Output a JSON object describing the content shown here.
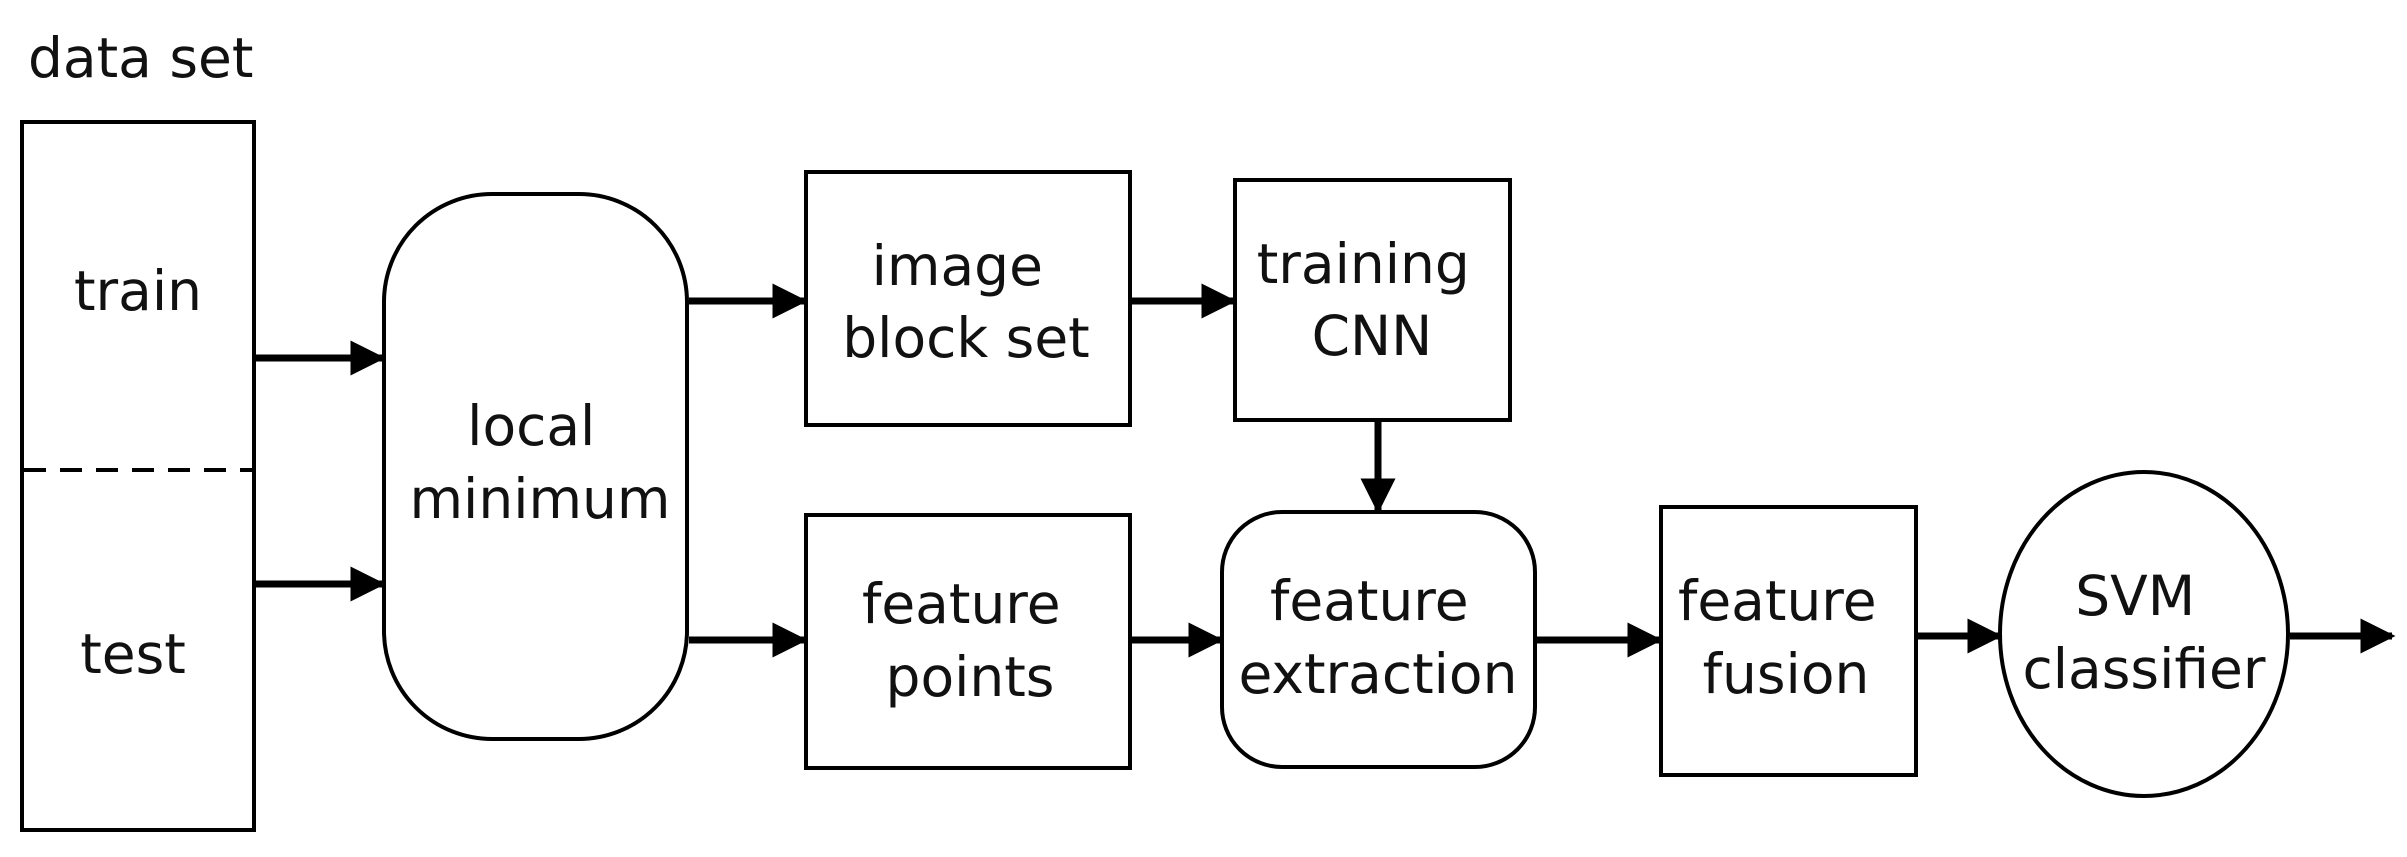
{
  "diagram": {
    "dataset_title": "data set",
    "dataset_train": "train",
    "dataset_test": "test",
    "local_minimum": [
      "local",
      "minimum"
    ],
    "image_block_set": [
      "image",
      "block set"
    ],
    "training_cnn": [
      "training",
      "CNN"
    ],
    "feature_points": [
      "feature",
      "points"
    ],
    "feature_extraction": [
      "feature",
      "extraction"
    ],
    "feature_fusion": [
      "feature",
      "fusion"
    ],
    "svm_classifier": [
      "SVM",
      "classifier"
    ]
  }
}
